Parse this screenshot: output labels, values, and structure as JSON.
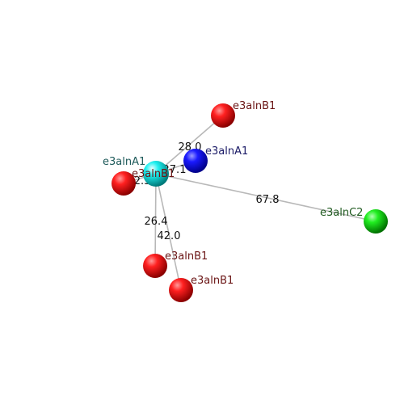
{
  "diagram": {
    "nodes": [
      {
        "id": "b1-top",
        "label": "e3alnB1",
        "color": "#ff0000",
        "label_color": "#6b1515"
      },
      {
        "id": "a1-blue",
        "label": "e3alnA1",
        "color": "#0000ff",
        "label_color": "#1a1a66"
      },
      {
        "id": "a1-cyan",
        "label": "e3alnA1",
        "color": "#00e5e5",
        "label_color": "#1e5a5a"
      },
      {
        "id": "b1-left",
        "label": "e3alnB1",
        "color": "#ff0000",
        "label_color": "#6b1515"
      },
      {
        "id": "c2-green",
        "label": "e3alnC2",
        "color": "#00dd00",
        "label_color": "#1f5a1f"
      },
      {
        "id": "b1-mid",
        "label": "e3alnB1",
        "color": "#ff0000",
        "label_color": "#6b1515"
      },
      {
        "id": "b1-bot",
        "label": "e3alnB1",
        "color": "#ff0000",
        "label_color": "#6b1515"
      }
    ],
    "hub": "a1-cyan",
    "edges": [
      {
        "to": "b1-top",
        "value": "28.0"
      },
      {
        "to": "a1-blue",
        "value": "27.1"
      },
      {
        "to": "b1-left",
        "value": "22.5"
      },
      {
        "to": "c2-green",
        "value": "67.8"
      },
      {
        "to": "b1-mid",
        "value": "26.4"
      },
      {
        "to": "b1-bot",
        "value": "42.0"
      }
    ]
  }
}
